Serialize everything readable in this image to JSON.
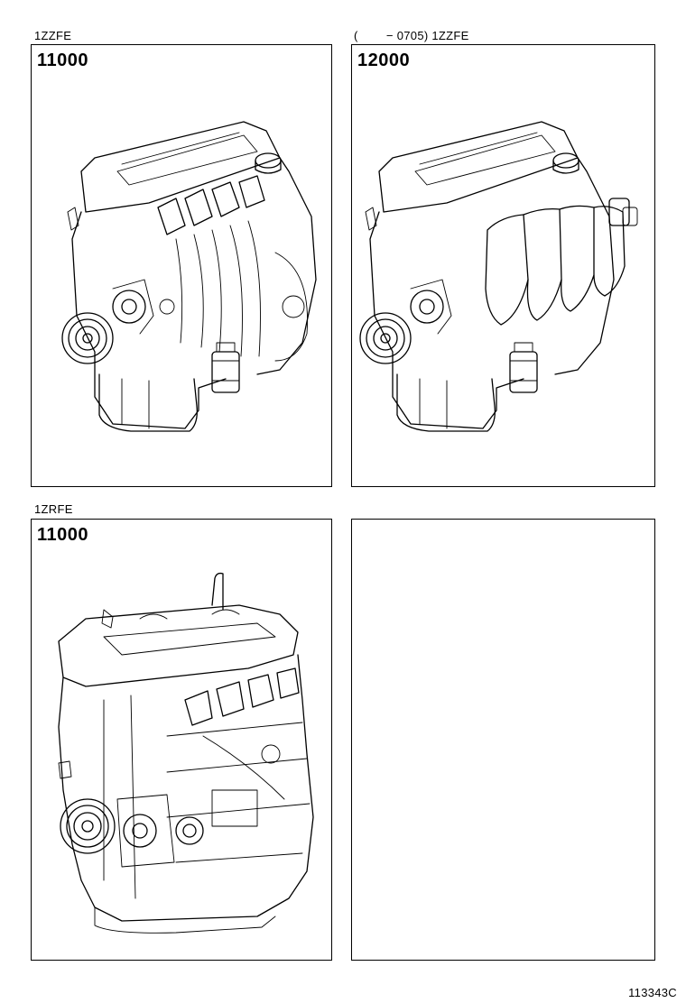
{
  "panels": [
    {
      "caption": "1ZZFE",
      "part_number": "11000",
      "illustration": "engine-assembly-1zzfe-illustration"
    },
    {
      "caption": "(        − 0705) 1ZZFE",
      "part_number": "12000",
      "illustration": "engine-assembly-with-intake-manifold-illustration"
    },
    {
      "caption": "1ZRFE",
      "part_number": "11000",
      "illustration": "engine-assembly-1zrfe-illustration"
    },
    {
      "caption": "",
      "part_number": "",
      "illustration": ""
    }
  ],
  "figure_ref": "113343C"
}
